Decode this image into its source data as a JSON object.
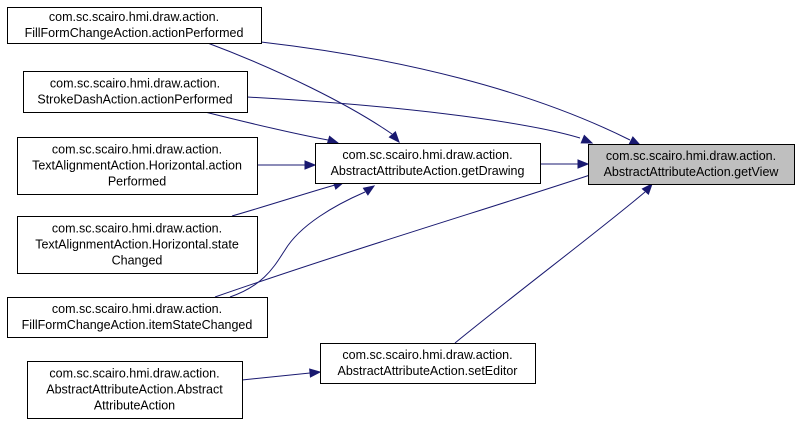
{
  "nodes": {
    "fillform_action": {
      "lines": [
        "com.sc.scairo.hmi.draw.action.",
        "FillFormChangeAction.actionPerformed"
      ]
    },
    "strokedash_action": {
      "lines": [
        "com.sc.scairo.hmi.draw.action.",
        "StrokeDashAction.actionPerformed"
      ]
    },
    "textalign_action": {
      "lines": [
        "com.sc.scairo.hmi.draw.action.",
        "TextAlignmentAction.Horizontal.action",
        "Performed"
      ]
    },
    "textalign_state": {
      "lines": [
        "com.sc.scairo.hmi.draw.action.",
        "TextAlignmentAction.Horizontal.state",
        "Changed"
      ]
    },
    "fillform_item": {
      "lines": [
        "com.sc.scairo.hmi.draw.action.",
        "FillFormChangeAction.itemStateChanged"
      ]
    },
    "abstract_ctor": {
      "lines": [
        "com.sc.scairo.hmi.draw.action.",
        "AbstractAttributeAction.Abstract",
        "AttributeAction"
      ]
    },
    "get_drawing": {
      "lines": [
        "com.sc.scairo.hmi.draw.action.",
        "AbstractAttributeAction.getDrawing"
      ]
    },
    "set_editor": {
      "lines": [
        "com.sc.scairo.hmi.draw.action.",
        "AbstractAttributeAction.setEditor"
      ]
    },
    "get_view": {
      "lines": [
        "com.sc.scairo.hmi.draw.action.",
        "AbstractAttributeAction.getView"
      ]
    }
  },
  "focus_node": "get_view",
  "edges": [
    {
      "from": "fillform_action",
      "to": "get_view"
    },
    {
      "from": "strokedash_action",
      "to": "get_view"
    },
    {
      "from": "fillform_item",
      "to": "get_view"
    },
    {
      "from": "get_drawing",
      "to": "get_view"
    },
    {
      "from": "set_editor",
      "to": "get_view"
    },
    {
      "from": "fillform_action",
      "to": "get_drawing"
    },
    {
      "from": "strokedash_action",
      "to": "get_drawing"
    },
    {
      "from": "textalign_action",
      "to": "get_drawing"
    },
    {
      "from": "textalign_state",
      "to": "get_drawing"
    },
    {
      "from": "fillform_item",
      "to": "get_drawing"
    },
    {
      "from": "abstract_ctor",
      "to": "set_editor"
    }
  ],
  "colors": {
    "edge": "#191970",
    "focus_fill": "#bfbfbf",
    "node_fill": "#ffffff",
    "node_border": "#000000"
  }
}
